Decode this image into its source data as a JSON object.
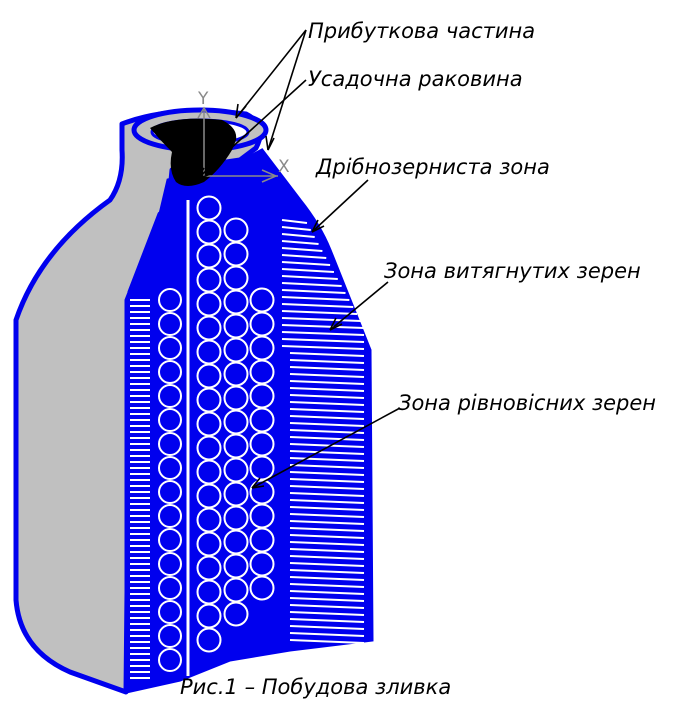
{
  "figure": {
    "caption": "Рис.1 – Побудова зливка",
    "labels": {
      "riser": "Прибуткова частина",
      "shrinkage_cavity": "Усадочна раковина",
      "fine_grain_zone": "Дрібнозерниста зона",
      "elongated_grain_zone": "Зона витягнутих зерен",
      "equiaxed_grain_zone": "Зона рівновісних зерен"
    },
    "axes": {
      "y": "Y",
      "x": "X"
    },
    "colors": {
      "outline": "#0000ee",
      "shell_fill": "#c0c0c0",
      "cavity": "#000000",
      "grain_fill": "#ffffff"
    }
  }
}
